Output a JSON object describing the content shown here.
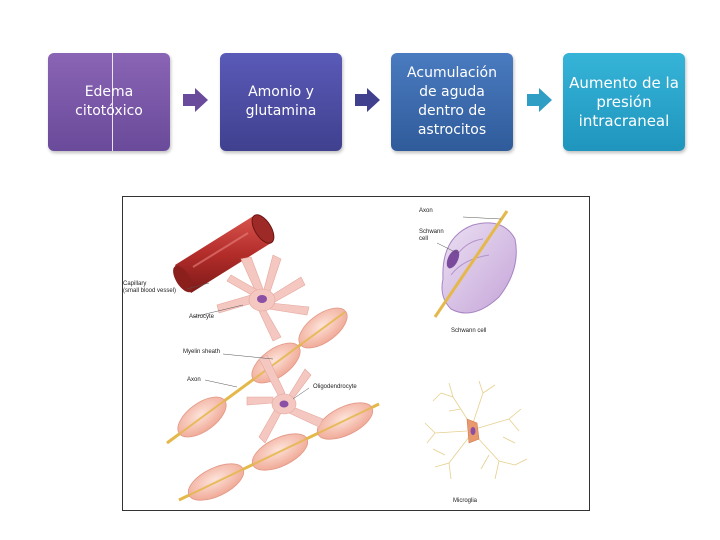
{
  "flow": {
    "steps": [
      {
        "label": "Edema\ncitotóxico",
        "color": "#7a57a8"
      },
      {
        "label": "Amonio y\nglutamina",
        "color": "#4e4ea6"
      },
      {
        "label": "Acumulación\nde aguda\ndentro de\nastrocitos",
        "color": "#3d6aae"
      },
      {
        "label": "Aumento de la\npresión\nintracraneal",
        "color": "#2aa6cc"
      }
    ],
    "arrow_colors": [
      "#6a4a9a",
      "#40408f",
      "#2f5b9a"
    ]
  },
  "figure": {
    "labels": {
      "capillary": "Capillary\n(small blood vessel)",
      "astrocyte": "Astrocyte",
      "myelin_sheath": "Myelin sheath",
      "axon_left": "Axon",
      "oligodendrocyte": "Oligodendrocyte",
      "axon_right": "Axon",
      "schwann_cell_top": "Schwann\ncell",
      "schwann_cell_caption": "Schwann cell",
      "microglia": "Microglia"
    }
  }
}
